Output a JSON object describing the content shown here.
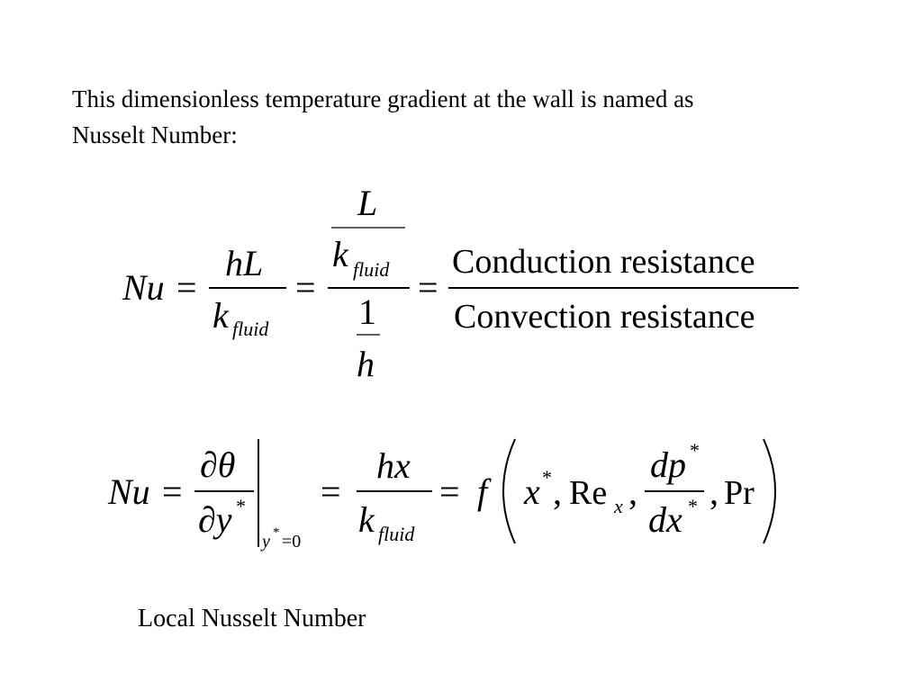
{
  "intro": {
    "line1": "This dimensionless temperature gradient at the wall is named as",
    "line2": "Nusselt Number:"
  },
  "eq1": {
    "nu": "Nu",
    "eq": "=",
    "hL": "hL",
    "k": "k",
    "fluid": "fluid",
    "L": "L",
    "one": "1",
    "h": "h",
    "conduction": "Conduction resistance",
    "convection": "Convection resistance"
  },
  "eq2": {
    "nu": "Nu",
    "eq": "=",
    "partial_theta": "∂θ",
    "partial_y": "∂y",
    "star": "*",
    "y": "y",
    "eval_zero": "=0",
    "hx": "hx",
    "k": "k",
    "fluid": "fluid",
    "f": "f",
    "x": "x",
    "comma": ",",
    "Re": "Re",
    "sub_x": "x",
    "dp": "dp",
    "dx": "dx",
    "Pr": "Pr"
  },
  "caption": "Local Nusselt Number"
}
